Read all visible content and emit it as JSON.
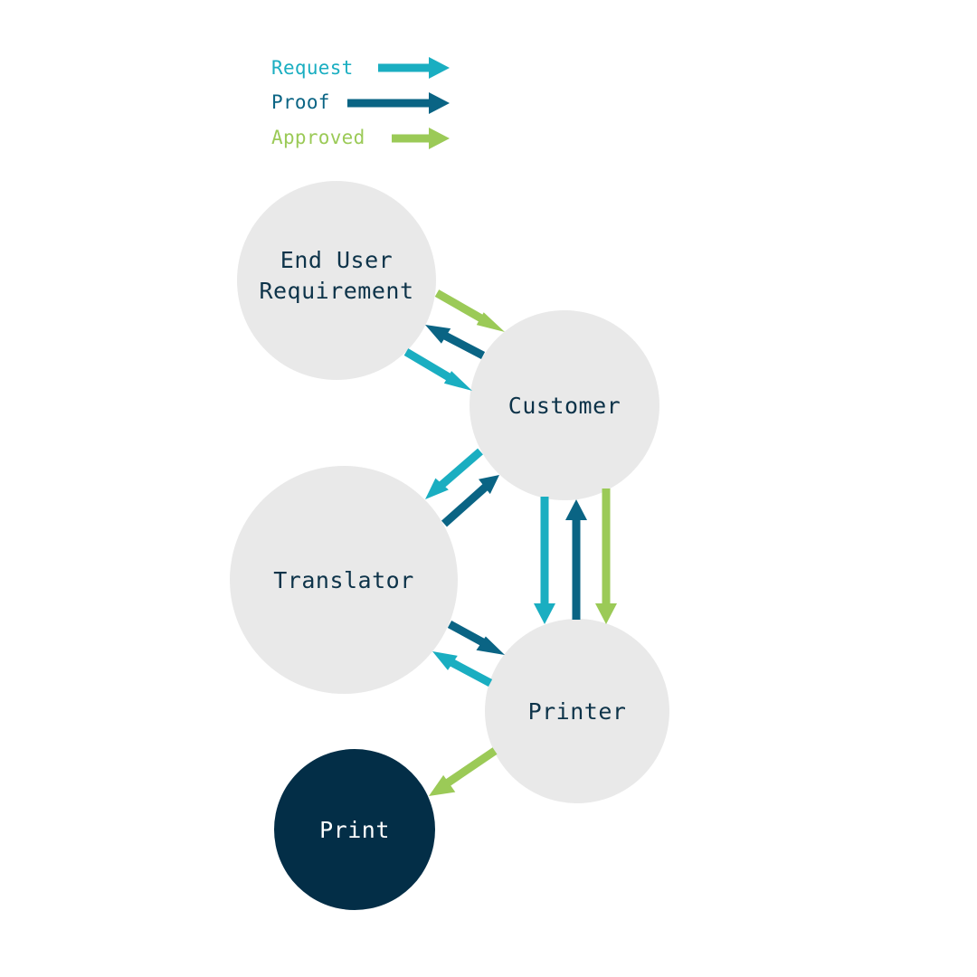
{
  "colors": {
    "request": "#1aaec1",
    "proof": "#0a6484",
    "approved": "#9bca57",
    "node_fill": "#e9e9e9",
    "node_text": "#0d3349",
    "print_fill": "#032e47",
    "print_text": "#ffffff",
    "background": "#ffffff"
  },
  "legend": {
    "request": "Request",
    "proof": "Proof",
    "approved": "Approved"
  },
  "nodes": {
    "end_user": {
      "line1": "End User",
      "line2": "Requirement"
    },
    "customer": {
      "label": "Customer"
    },
    "translator": {
      "label": "Translator"
    },
    "printer": {
      "label": "Printer"
    },
    "print": {
      "label": "Print"
    }
  },
  "edges": [
    {
      "from": "End User Requirement",
      "to": "Customer",
      "type": "approved"
    },
    {
      "from": "Customer",
      "to": "End User Requirement",
      "type": "proof"
    },
    {
      "from": "End User Requirement",
      "to": "Customer",
      "type": "request"
    },
    {
      "from": "Customer",
      "to": "Translator",
      "type": "request"
    },
    {
      "from": "Translator",
      "to": "Customer",
      "type": "proof"
    },
    {
      "from": "Customer",
      "to": "Printer",
      "type": "request"
    },
    {
      "from": "Printer",
      "to": "Customer",
      "type": "proof"
    },
    {
      "from": "Customer",
      "to": "Printer",
      "type": "approved"
    },
    {
      "from": "Translator",
      "to": "Printer",
      "type": "proof"
    },
    {
      "from": "Printer",
      "to": "Translator",
      "type": "request"
    },
    {
      "from": "Printer",
      "to": "Print",
      "type": "approved"
    }
  ]
}
